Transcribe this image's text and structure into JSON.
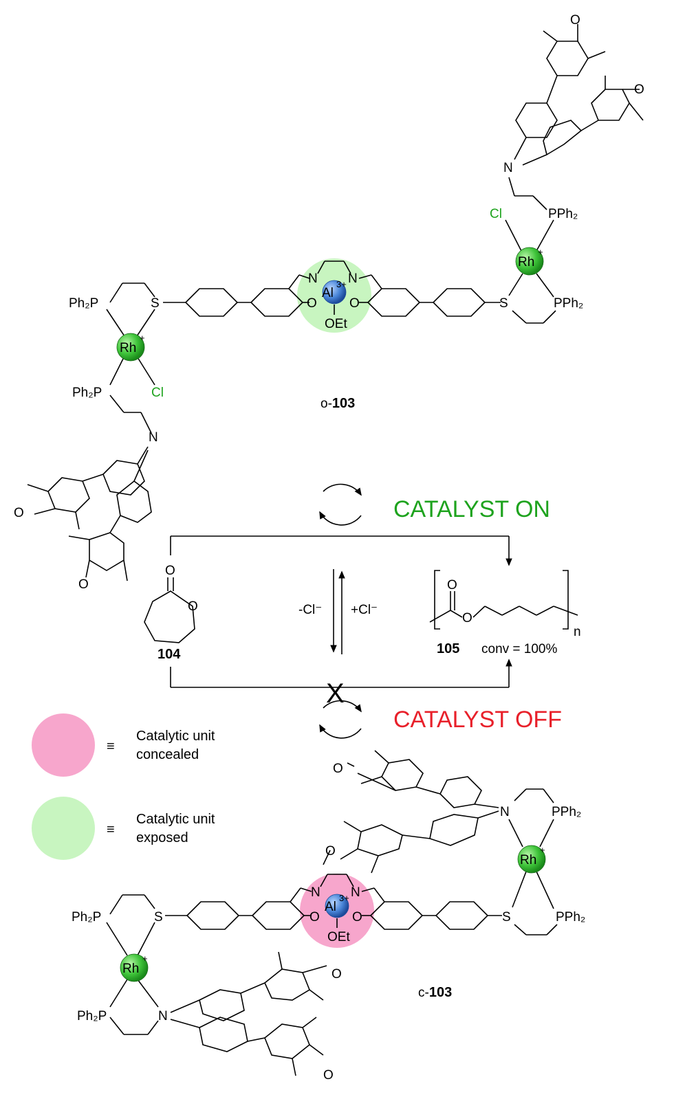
{
  "molecules": {
    "open": {
      "prefix": "o-",
      "number": "103"
    },
    "closed": {
      "prefix": "c-",
      "number": "103"
    },
    "monomer": {
      "number": "104"
    },
    "polymer": {
      "number": "105",
      "conversion": "conv = 100%",
      "repeat": "n"
    }
  },
  "atoms": {
    "rh": "Rh",
    "rh_charge": "+",
    "al": "Al",
    "al_charge": "3+",
    "ph2p": "Ph₂P",
    "pph2": "PPh₂",
    "s": "S",
    "n": "N",
    "o": "O",
    "oet": "OEt",
    "cl": "Cl"
  },
  "switch": {
    "on_label": "CATALYST ON",
    "off_label": "CATALYST OFF",
    "remove_cl": "-Cl⁻",
    "add_cl": "+Cl⁻",
    "blocked_mark": "X"
  },
  "legend": [
    {
      "color": "#f7a6cc",
      "line1": "Catalytic unit",
      "line2": "concealed",
      "symbol": "≡"
    },
    {
      "color": "#c8f5c0",
      "line1": "Catalytic unit",
      "line2": "exposed",
      "symbol": "≡"
    }
  ],
  "colors": {
    "rh_sphere": "#3fc43a",
    "al_sphere": "#4a86d8",
    "exposed_circle": "#c8f5c0",
    "concealed_circle": "#f7a6cc",
    "on_text": "#1ea31e",
    "off_text": "#e8202a",
    "cl_text": "#1ea31e"
  }
}
